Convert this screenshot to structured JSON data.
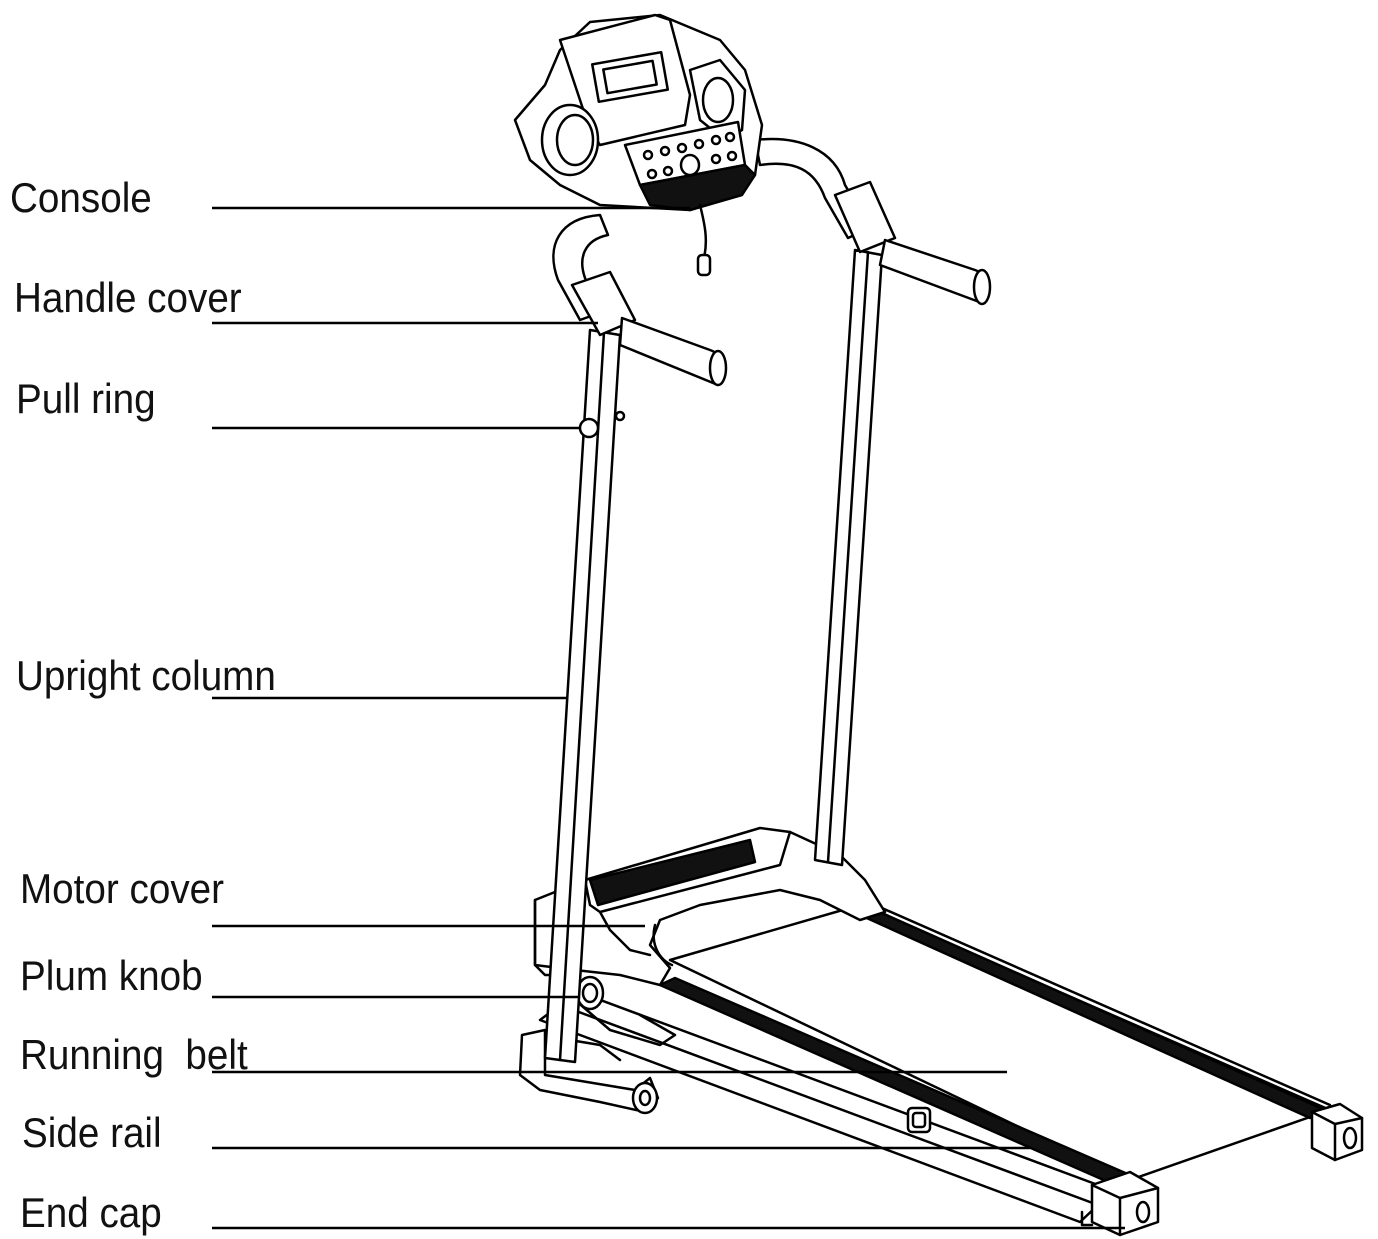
{
  "labels": {
    "console": "Console",
    "handle_cover": "Handle cover",
    "pull_ring": "Pull ring",
    "upright_column": "Upright column",
    "motor_cover": "Motor cover",
    "plum_knob": "Plum knob",
    "running_belt": "Running  belt",
    "side_rail": "Side rail",
    "end_cap": "End cap"
  }
}
